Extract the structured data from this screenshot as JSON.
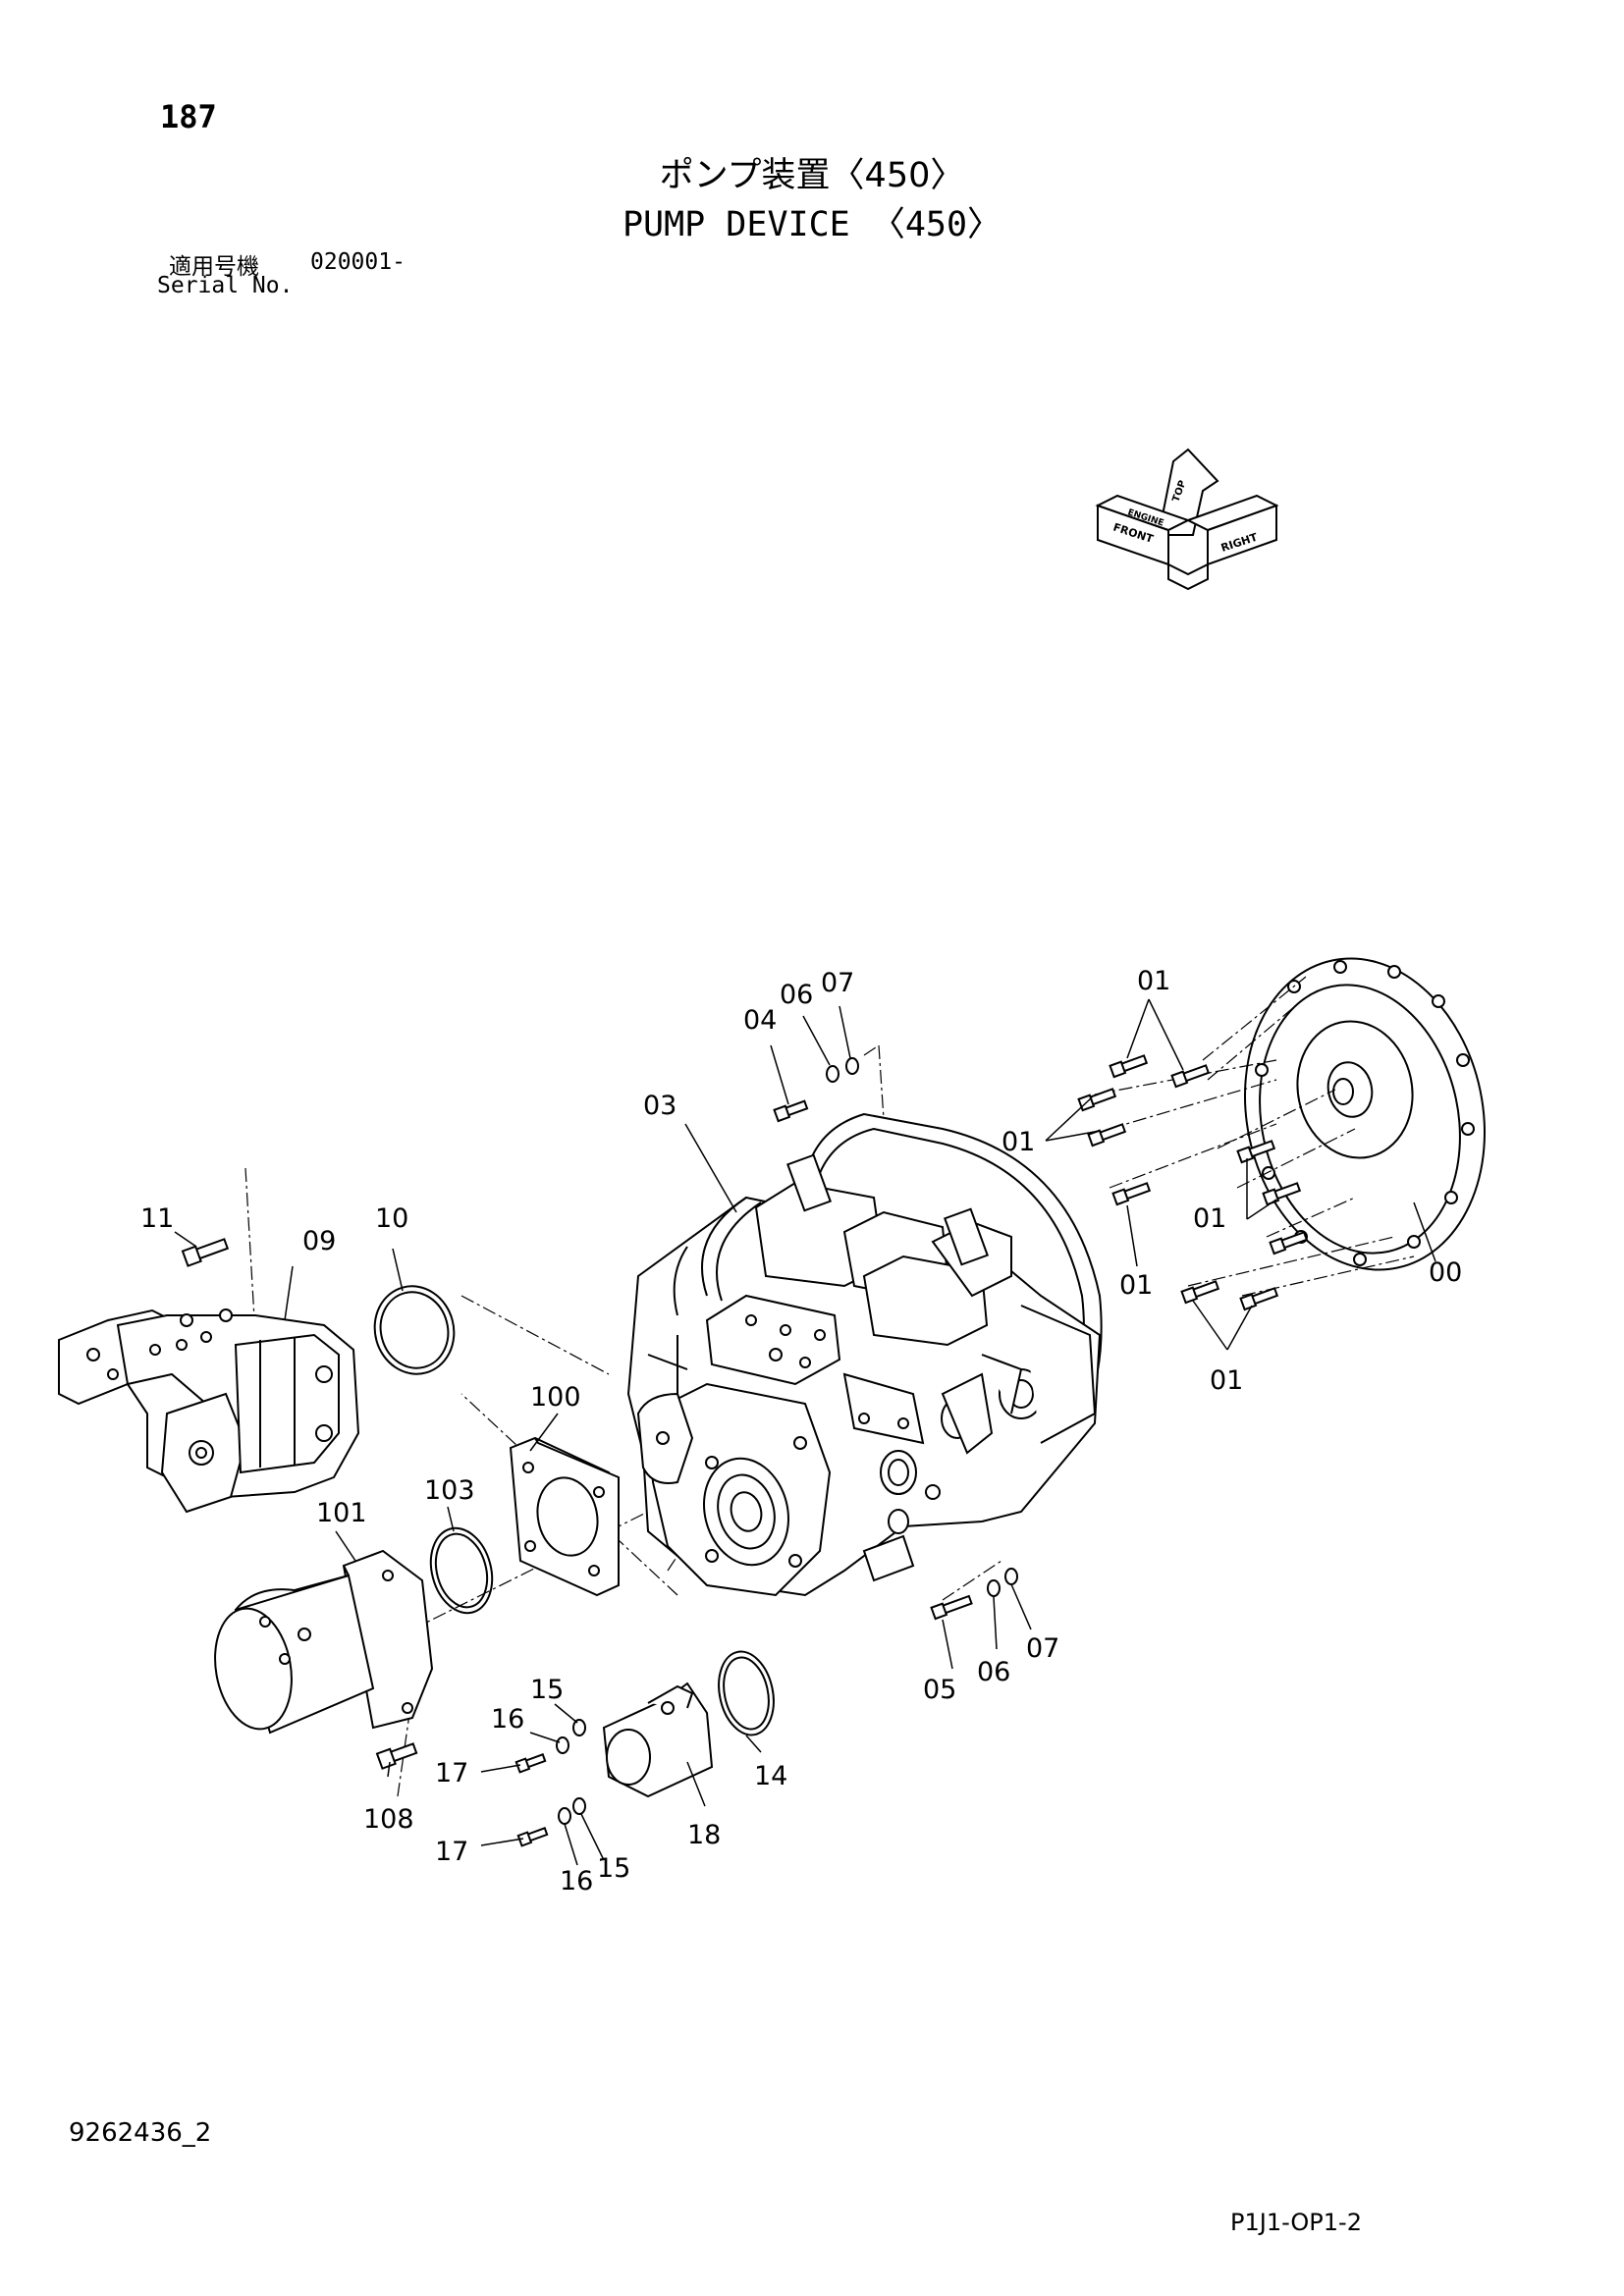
{
  "header": {
    "page_number": "187",
    "title_jp": "ポンプ装置〈450〉",
    "title_en": "PUMP DEVICE 〈450〉",
    "serial_label_jp": "適用号機",
    "serial_value": "020001-",
    "serial_label_en": "Serial No."
  },
  "orientation": {
    "front": "FRONT",
    "top": "TOP",
    "right": "RIGHT",
    "engine": "ENGINE"
  },
  "callouts": {
    "c00": "00",
    "c01": "01",
    "c03": "03",
    "c04": "04",
    "c05": "05",
    "c06": "06",
    "c07": "07",
    "c09": "09",
    "c10": "10",
    "c11": "11",
    "c14": "14",
    "c15": "15",
    "c16": "16",
    "c17": "17",
    "c18": "18",
    "c100": "100",
    "c101": "101",
    "c103": "103",
    "c108": "108"
  },
  "footer": {
    "document_id": "9262436_2",
    "page_code": "P1J1-OP1-2"
  }
}
